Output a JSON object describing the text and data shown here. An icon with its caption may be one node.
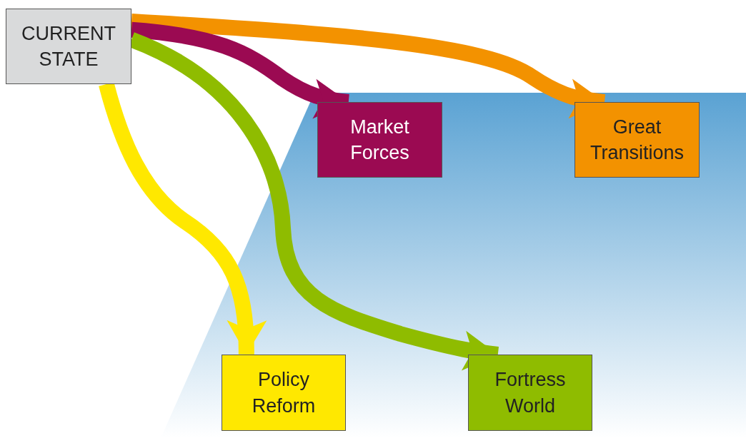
{
  "diagram": {
    "nodes": [
      {
        "text": [
          "CURRENT STATE"
        ]
      },
      {
        "text": [
          "Market Forces"
        ]
      },
      {
        "text": [
          "Great Transitions"
        ]
      },
      {
        "text": [
          "Policy Reform"
        ]
      },
      {
        "text": [
          "Fortress World"
        ]
      }
    ],
    "edges": [
      {
        "from": 0,
        "to": 2,
        "arrow": "to",
        "color": "#f39200"
      },
      {
        "from": 0,
        "to": 1,
        "arrow": "to",
        "color": "#9b0a52"
      },
      {
        "from": 0,
        "to": 4,
        "arrow": "to",
        "color": "#8fbc00"
      },
      {
        "from": 0,
        "to": 3,
        "arrow": "to",
        "color": "#ffe800"
      }
    ]
  }
}
